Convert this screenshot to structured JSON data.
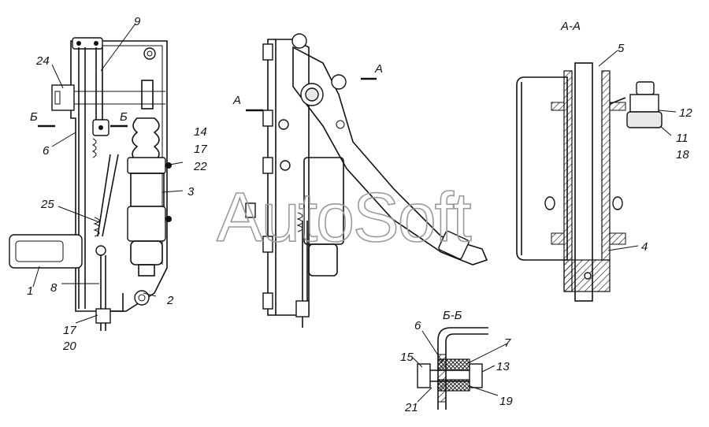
{
  "watermark": "AutoSoft",
  "sections": {
    "aa": "А-А",
    "bb": "Б-Б",
    "cut_a_left": "А",
    "cut_a_right": "А",
    "cut_b_left": "Б",
    "cut_b_right": "Б"
  },
  "callouts": {
    "c9": "9",
    "c24": "24",
    "c6": "6",
    "c14": "14",
    "c17a": "17",
    "c22": "22",
    "c3": "3",
    "c25": "25",
    "c1": "1",
    "c8": "8",
    "c2": "2",
    "c17b": "17",
    "c20": "20",
    "c5": "5",
    "c12": "12",
    "c11": "11",
    "c18": "18",
    "c4": "4",
    "c6b": "6",
    "c7": "7",
    "c15": "15",
    "c13": "13",
    "c21": "21",
    "c19": "19"
  }
}
